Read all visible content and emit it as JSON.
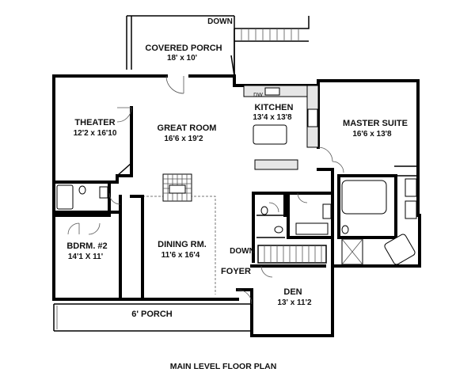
{
  "plan": {
    "title": "MAIN LEVEL FLOOR PLAN",
    "stair_labels": {
      "top": "DOWN",
      "foyer": "DOWN"
    },
    "fixture_labels": {
      "dishwasher": "DW"
    },
    "rooms": {
      "covered_porch": {
        "name": "COVERED PORCH",
        "size": "18' x 10'"
      },
      "theater": {
        "name": "THEATER",
        "size": "12'2 x 16'10"
      },
      "great_room": {
        "name": "GREAT ROOM",
        "size": "16'6 x 19'2"
      },
      "kitchen": {
        "name": "KITCHEN",
        "size": "13'4 x 13'8"
      },
      "master_suite": {
        "name": "MASTER SUITE",
        "size": "16'6 x 13'8"
      },
      "bedroom_2": {
        "name": "BDRM. #2",
        "size": "14'1 X 11'"
      },
      "dining_room": {
        "name": "DINING RM.",
        "size": "11'6 x 16'4"
      },
      "foyer": {
        "name": "FOYER"
      },
      "den": {
        "name": "DEN",
        "size": "13' x 11'2"
      },
      "front_porch": {
        "name": "6' PORCH"
      }
    }
  }
}
